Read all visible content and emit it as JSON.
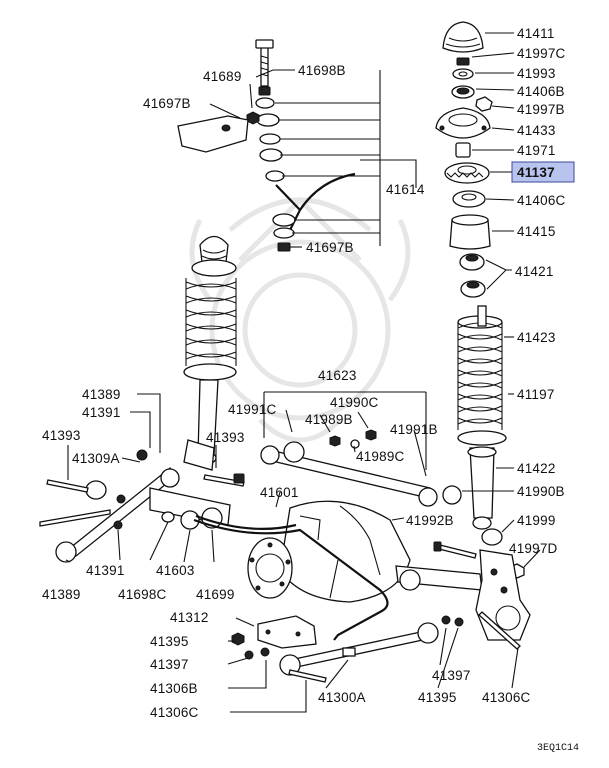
{
  "diagram": {
    "footer_code": "3EQ1C14",
    "highlight_color": "#b8c4ee",
    "labels": [
      {
        "id": "l41411",
        "text": "41411"
      },
      {
        "id": "l41997c",
        "text": "41997C"
      },
      {
        "id": "l41993",
        "text": "41993"
      },
      {
        "id": "l41406b",
        "text": "41406B"
      },
      {
        "id": "l41997b",
        "text": "41997B"
      },
      {
        "id": "l41433",
        "text": "41433"
      },
      {
        "id": "l41971",
        "text": "41971"
      },
      {
        "id": "l41137",
        "text": "41137"
      },
      {
        "id": "l41406c",
        "text": "41406C"
      },
      {
        "id": "l41415",
        "text": "41415"
      },
      {
        "id": "l41421",
        "text": "41421"
      },
      {
        "id": "l41423",
        "text": "41423"
      },
      {
        "id": "l41197",
        "text": "41197"
      },
      {
        "id": "l41422",
        "text": "41422"
      },
      {
        "id": "l41990b",
        "text": "41990B"
      },
      {
        "id": "l41999",
        "text": "41999"
      },
      {
        "id": "l41997d",
        "text": "41997D"
      },
      {
        "id": "l41689",
        "text": "41689"
      },
      {
        "id": "l41698b",
        "text": "41698B"
      },
      {
        "id": "l41697b_a",
        "text": "41697B"
      },
      {
        "id": "l41614",
        "text": "41614"
      },
      {
        "id": "l41697b_b",
        "text": "41697B"
      },
      {
        "id": "l41623",
        "text": "41623"
      },
      {
        "id": "l41389_a",
        "text": "41389"
      },
      {
        "id": "l41391_a",
        "text": "41391"
      },
      {
        "id": "l41393_a",
        "text": "41393"
      },
      {
        "id": "l41309a",
        "text": "41309A"
      },
      {
        "id": "l41991c",
        "text": "41991C"
      },
      {
        "id": "l41989b",
        "text": "41989B"
      },
      {
        "id": "l41990c",
        "text": "41990C"
      },
      {
        "id": "l41991b",
        "text": "41991B"
      },
      {
        "id": "l41393_b",
        "text": "41393"
      },
      {
        "id": "l41989c",
        "text": "41989C"
      },
      {
        "id": "l41601",
        "text": "41601"
      },
      {
        "id": "l41992b",
        "text": "41992B"
      },
      {
        "id": "l41391_b",
        "text": "41391"
      },
      {
        "id": "l41603",
        "text": "41603"
      },
      {
        "id": "l41389_b",
        "text": "41389"
      },
      {
        "id": "l41698c",
        "text": "41698C"
      },
      {
        "id": "l41699",
        "text": "41699"
      },
      {
        "id": "l41312",
        "text": "41312"
      },
      {
        "id": "l41395_a",
        "text": "41395"
      },
      {
        "id": "l41397_a",
        "text": "41397"
      },
      {
        "id": "l41306b",
        "text": "41306B"
      },
      {
        "id": "l41306c_a",
        "text": "41306C"
      },
      {
        "id": "l41300a",
        "text": "41300A"
      },
      {
        "id": "l41397_b",
        "text": "41397"
      },
      {
        "id": "l41395_b",
        "text": "41395"
      },
      {
        "id": "l41306c_b",
        "text": "41306C"
      }
    ]
  }
}
